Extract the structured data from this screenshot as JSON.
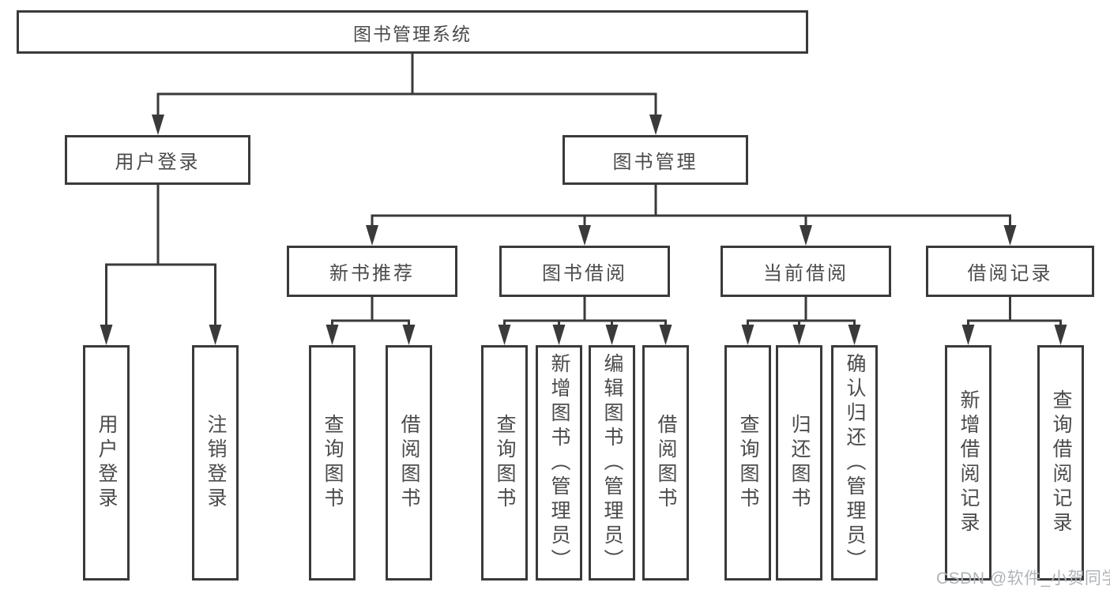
{
  "colors": {
    "line": "#3a3a3a",
    "text": "#4b4b4b",
    "background": "#ffffff",
    "watermark": "#b0b4b8"
  },
  "watermark": "CSDN @软件_小贺同学",
  "diagram": {
    "root": {
      "label": "图书管理系统"
    },
    "branches": [
      {
        "label": "用户登录",
        "leaves": [
          {
            "label": "用户登录"
          },
          {
            "label": "注销登录"
          }
        ]
      },
      {
        "label": "图书管理",
        "sections": [
          {
            "label": "新书推荐",
            "leaves": [
              {
                "label": "查询图书"
              },
              {
                "label": "借阅图书"
              }
            ]
          },
          {
            "label": "图书借阅",
            "leaves": [
              {
                "label": "查询图书"
              },
              {
                "label": "新增图书（管理员）"
              },
              {
                "label": "编辑图书（管理员）"
              },
              {
                "label": "借阅图书"
              }
            ]
          },
          {
            "label": "当前借阅",
            "leaves": [
              {
                "label": "查询图书"
              },
              {
                "label": "归还图书"
              },
              {
                "label": "确认归还（管理员）"
              }
            ]
          },
          {
            "label": "借阅记录",
            "leaves": [
              {
                "label": "新增借阅记录"
              },
              {
                "label": "查询借阅记录"
              }
            ]
          }
        ]
      }
    ]
  }
}
